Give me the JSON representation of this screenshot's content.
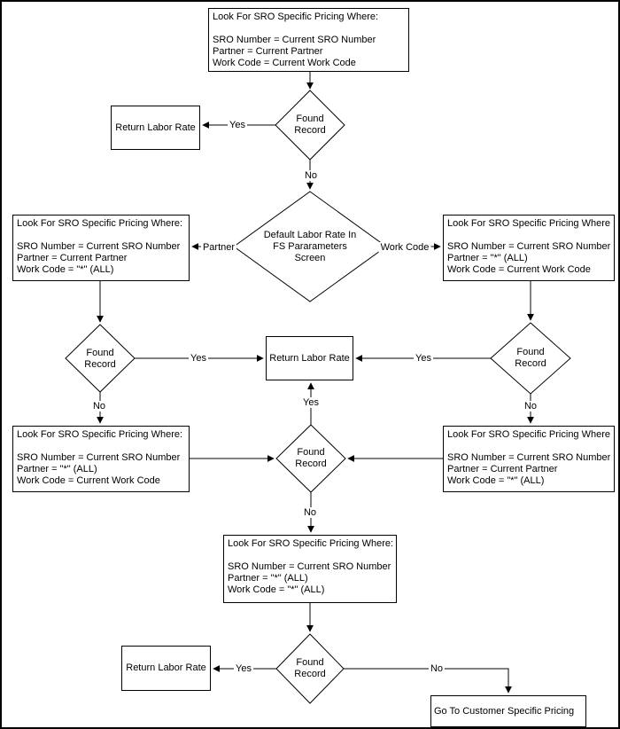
{
  "colors": {
    "background": "#ffffff",
    "line": "#000000"
  },
  "nodes": {
    "lookup_top": {
      "lines": [
        "Look For SRO Specific Pricing Where:",
        "",
        "SRO Number = Current SRO Number",
        "Partner = Current Partner",
        "Work Code = Current Work Code"
      ]
    },
    "lookup_row2_left": {
      "lines": [
        "Look For SRO Specific Pricing Where:",
        "",
        "SRO Number = Current SRO Number",
        "Partner = Current Partner",
        "Work Code = \"*\" (ALL)"
      ]
    },
    "lookup_row2_right": {
      "lines": [
        "Look For SRO Specific Pricing Where:",
        "",
        "SRO Number = Current SRO Number",
        "Partner = \"*\" (ALL)",
        "Work Code = Current Work Code"
      ]
    },
    "lookup_row4_left": {
      "lines": [
        "Look For SRO Specific Pricing Where:",
        "",
        "SRO Number = Current SRO Number",
        "Partner = \"*\" (ALL)",
        "Work Code = Current Work Code"
      ]
    },
    "lookup_row4_right": {
      "lines": [
        "Look For SRO Specific Pricing Where:",
        "",
        "SRO Number = Current SRO Number",
        "Partner = Current Partner",
        "Work Code = \"*\" (ALL)"
      ]
    },
    "lookup_all": {
      "lines": [
        "Look For SRO Specific Pricing Where:",
        "",
        "SRO Number = Current SRO Number",
        "Partner = \"*\" (ALL)",
        "Work Code = \"*\" (ALL)"
      ]
    },
    "found_record": {
      "lines": [
        "Found",
        "Record"
      ]
    },
    "default_labor_rate": {
      "lines": [
        "Default Labor Rate In",
        "FS Pararameters",
        "Screen"
      ]
    },
    "return_labor_rate": {
      "label": "Return Labor Rate"
    },
    "goto_customer": {
      "label": "Go To Customer Specific Pricing"
    }
  },
  "edge_labels": {
    "yes": "Yes",
    "no": "No",
    "partner": "Partner",
    "work_code": "Work Code"
  }
}
